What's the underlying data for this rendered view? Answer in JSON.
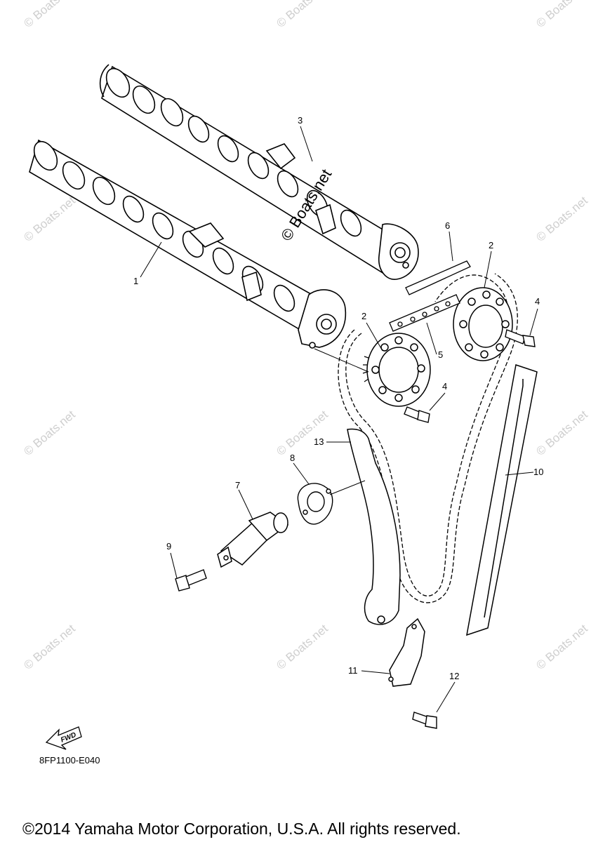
{
  "watermark": {
    "main": "© Boats.net",
    "tile": "© Boats.net"
  },
  "parts": [
    {
      "number": "1"
    },
    {
      "number": "2"
    },
    {
      "number": "3"
    },
    {
      "number": "4"
    },
    {
      "number": "5"
    },
    {
      "number": "6"
    },
    {
      "number": "7"
    },
    {
      "number": "8"
    },
    {
      "number": "9"
    },
    {
      "number": "10"
    },
    {
      "number": "11"
    },
    {
      "number": "12"
    },
    {
      "number": "13"
    }
  ],
  "fwd_label": "FWD",
  "part_code": "8FP1100-E040",
  "copyright": "©2014 Yamaha Motor Corporation, U.S.A. All rights reserved."
}
